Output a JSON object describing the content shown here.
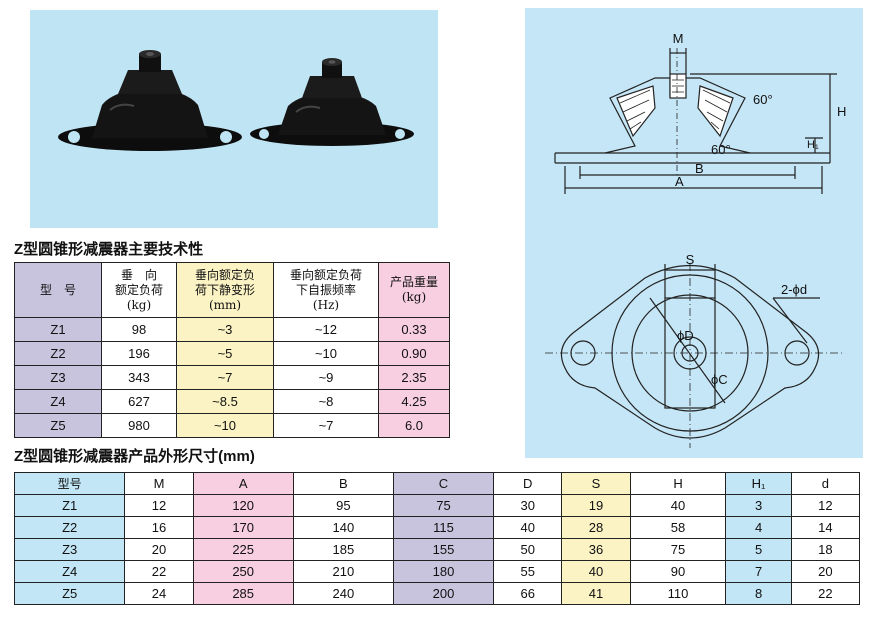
{
  "photo": {
    "subject": "rubber-mount-pair"
  },
  "drawing": {
    "labels": {
      "m": "M",
      "h": "H",
      "h1": "H₁",
      "angle_top": "60°",
      "angle_bottom": "60°",
      "b": "B",
      "a": "A",
      "s": "S",
      "hole": "2-ϕd",
      "phi_d": "ϕD",
      "phi_c": "ϕC"
    }
  },
  "table1": {
    "title": "Z型圆锥形减震器主要技术性",
    "headers": [
      "型　号",
      "垂　向\n额定负荷\n(kg)",
      "垂向额定负\n荷下静变形\n(mm)",
      "垂向额定负荷\n下自振频率\n(Hz)",
      "产品重量\n(kg)"
    ],
    "rows": [
      [
        "Z1",
        "98",
        "~3",
        "~12",
        "0.33"
      ],
      [
        "Z2",
        "196",
        "~5",
        "~10",
        "0.90"
      ],
      [
        "Z3",
        "343",
        "~7",
        "~9",
        "2.35"
      ],
      [
        "Z4",
        "627",
        "~8.5",
        "~8",
        "4.25"
      ],
      [
        "Z5",
        "980",
        "~10",
        "~7",
        "6.0"
      ]
    ]
  },
  "table2": {
    "title": "Z型圆锥形减震器产品外形尺寸(mm)",
    "headers": [
      "型号",
      "M",
      "A",
      "B",
      "C",
      "D",
      "S",
      "H",
      "H₁",
      "d"
    ],
    "rows": [
      [
        "Z1",
        "12",
        "120",
        "95",
        "75",
        "30",
        "19",
        "40",
        "3",
        "12"
      ],
      [
        "Z2",
        "16",
        "170",
        "140",
        "115",
        "40",
        "28",
        "58",
        "4",
        "14"
      ],
      [
        "Z3",
        "20",
        "225",
        "185",
        "155",
        "50",
        "36",
        "75",
        "5",
        "18"
      ],
      [
        "Z4",
        "22",
        "250",
        "210",
        "180",
        "55",
        "40",
        "90",
        "7",
        "20"
      ],
      [
        "Z5",
        "24",
        "285",
        "240",
        "200",
        "66",
        "41",
        "110",
        "8",
        "22"
      ]
    ]
  },
  "colors": {
    "lavender": "#c9c4de",
    "yellow": "#fbf3c4",
    "pink": "#f8cfe0",
    "light_blue": "#c2e6f6",
    "panel_blue": "#c5e6f6"
  }
}
